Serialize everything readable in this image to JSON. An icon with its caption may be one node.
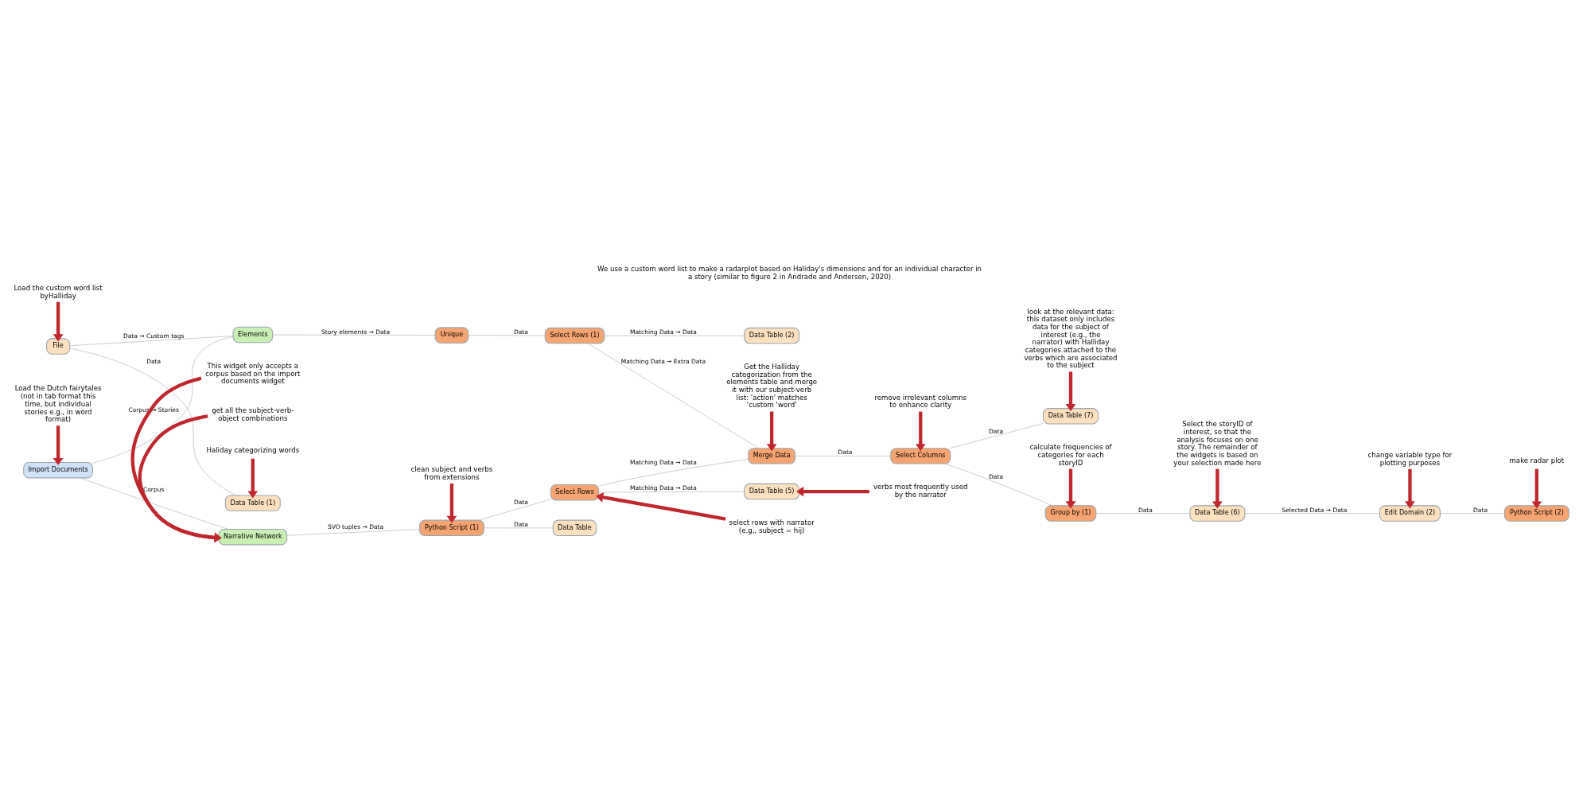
{
  "diagram": {
    "title": "We use a custom word list to make a radarplot based on Haliday's dimensions and for an individual character in a story (similar to figure 2 in Andrade and Andersen, 2020)",
    "nodes": [
      {
        "text": [
          "Import Documents"
        ]
      },
      {
        "text": [
          "File"
        ]
      },
      {
        "text": [
          "Elements"
        ]
      },
      {
        "text": [
          "Narrative Network"
        ]
      },
      {
        "text": [
          "Data Table (1)"
        ]
      },
      {
        "text": [
          "Unique"
        ]
      },
      {
        "text": [
          "Select Rows (1)"
        ]
      },
      {
        "text": [
          "Data Table (2)"
        ]
      },
      {
        "text": [
          "Python Script (1)"
        ]
      },
      {
        "text": [
          "Data Table"
        ]
      },
      {
        "text": [
          "Select Rows"
        ]
      },
      {
        "text": [
          "Data Table (5)"
        ]
      },
      {
        "text": [
          "Merge Data"
        ]
      },
      {
        "text": [
          "Select Columns"
        ]
      },
      {
        "text": [
          "Data Table (7)"
        ]
      },
      {
        "text": [
          "Group by (1)"
        ]
      },
      {
        "text": [
          "Data Table (6)"
        ]
      },
      {
        "text": [
          "Edit Domain (2)"
        ]
      },
      {
        "text": [
          "Python Script (2)"
        ]
      },
      {
        "text": [
          "Load the Dutch fairytales (not in tab format this time, but individual stories e.g., in word format)"
        ]
      },
      {
        "text": [
          "Load the custom word list byHalliday"
        ]
      },
      {
        "text": [
          "Haliday categorizing words"
        ]
      },
      {
        "text": [
          "This widget only accepts a corpus based on the import documents widget"
        ]
      },
      {
        "text": [
          "get all the subject-verb-object combinations"
        ]
      },
      {
        "text": [
          "clean subject and verbs from extensions"
        ]
      },
      {
        "text": [
          "select rows with narrator (e.g,, subject = hij)"
        ]
      },
      {
        "text": [
          "verbs most frequently used by the narrator"
        ]
      },
      {
        "text": [
          "Get the Halliday categorization from the elements table and merge it with our subject-verb list: 'action' matches 'custom 'word'"
        ]
      },
      {
        "text": [
          "remove irrelevant columns to enhance clarity"
        ]
      },
      {
        "text": [
          "look at the relevant data: this dataset only includes data for the subject of interest (e.g., the narrator) with Halliday categories attached to the verbs which are associated to the subject"
        ]
      },
      {
        "text": [
          "calculate frequencies of categories for each storyID"
        ]
      },
      {
        "text": [
          "Select the storyID of interest, so that the analysis focuses on one story. The remainder of the widgets is based on your selection made here"
        ]
      },
      {
        "text": [
          "change variable type for plotting purposes"
        ]
      },
      {
        "text": [
          "make radar plot"
        ]
      }
    ],
    "edges": [
      {
        "from": 0,
        "to": 2,
        "arrow": "none",
        "label": "Corpus → Stories"
      },
      {
        "from": 1,
        "to": 2,
        "arrow": "none",
        "label": "Data → Custom tags"
      },
      {
        "from": 0,
        "to": 3,
        "arrow": "none",
        "label": "Corpus"
      },
      {
        "from": 1,
        "to": 4,
        "arrow": "none",
        "label": "Data"
      },
      {
        "from": 2,
        "to": 5,
        "arrow": "none",
        "label": "Story elements → Data"
      },
      {
        "from": 5,
        "to": 6,
        "arrow": "none",
        "label": "Data"
      },
      {
        "from": 6,
        "to": 7,
        "arrow": "none",
        "label": "Matching Data → Data"
      },
      {
        "from": 6,
        "to": 12,
        "arrow": "none",
        "label": "Matching Data → Extra Data"
      },
      {
        "from": 3,
        "to": 8,
        "arrow": "none",
        "label": "SVO tuples → Data"
      },
      {
        "from": 8,
        "to": 9,
        "arrow": "none",
        "label": "Data"
      },
      {
        "from": 8,
        "to": 10,
        "arrow": "none",
        "label": "Data"
      },
      {
        "from": 10,
        "to": 12,
        "arrow": "none",
        "label": "Matching Data → Data"
      },
      {
        "from": 10,
        "to": 11,
        "arrow": "none",
        "label": "Matching Data → Data"
      },
      {
        "from": 12,
        "to": 13,
        "arrow": "none",
        "label": "Data"
      },
      {
        "from": 13,
        "to": 14,
        "arrow": "none",
        "label": "Data"
      },
      {
        "from": 13,
        "to": 15,
        "arrow": "none",
        "label": "Data"
      },
      {
        "from": 15,
        "to": 16,
        "arrow": "none",
        "label": "Data"
      },
      {
        "from": 16,
        "to": 17,
        "arrow": "none",
        "label": "Selected Data → Data"
      },
      {
        "from": 17,
        "to": 18,
        "arrow": "none",
        "label": "Data"
      },
      {
        "from": 19,
        "to": 0,
        "arrow": "to",
        "style": "thick",
        "color": "#c0272d"
      },
      {
        "from": 20,
        "to": 1,
        "arrow": "to",
        "style": "thick",
        "color": "#c0272d"
      },
      {
        "from": 21,
        "to": 4,
        "arrow": "to",
        "style": "thick",
        "color": "#c0272d"
      },
      {
        "from": 22,
        "to": 3,
        "arrow": "to",
        "style": "thick",
        "color": "#c0272d"
      },
      {
        "from": 23,
        "to": 3,
        "arrow": "to",
        "style": "thick",
        "color": "#c0272d"
      },
      {
        "from": 24,
        "to": 8,
        "arrow": "to",
        "style": "thick",
        "color": "#c0272d"
      },
      {
        "from": 25,
        "to": 10,
        "arrow": "to",
        "style": "thick",
        "color": "#c0272d"
      },
      {
        "from": 26,
        "to": 11,
        "arrow": "to",
        "style": "thick",
        "color": "#c0272d"
      },
      {
        "from": 27,
        "to": 12,
        "arrow": "to",
        "style": "thick",
        "color": "#c0272d"
      },
      {
        "from": 28,
        "to": 13,
        "arrow": "to",
        "style": "thick",
        "color": "#c0272d"
      },
      {
        "from": 29,
        "to": 14,
        "arrow": "to",
        "style": "thick",
        "color": "#c0272d"
      },
      {
        "from": 30,
        "to": 15,
        "arrow": "to",
        "style": "thick",
        "color": "#c0272d"
      },
      {
        "from": 31,
        "to": 16,
        "arrow": "to",
        "style": "thick",
        "color": "#c0272d"
      },
      {
        "from": 32,
        "to": 17,
        "arrow": "to",
        "style": "thick",
        "color": "#c0272d"
      },
      {
        "from": 33,
        "to": 18,
        "arrow": "to",
        "style": "thick",
        "color": "#c0272d"
      }
    ]
  }
}
